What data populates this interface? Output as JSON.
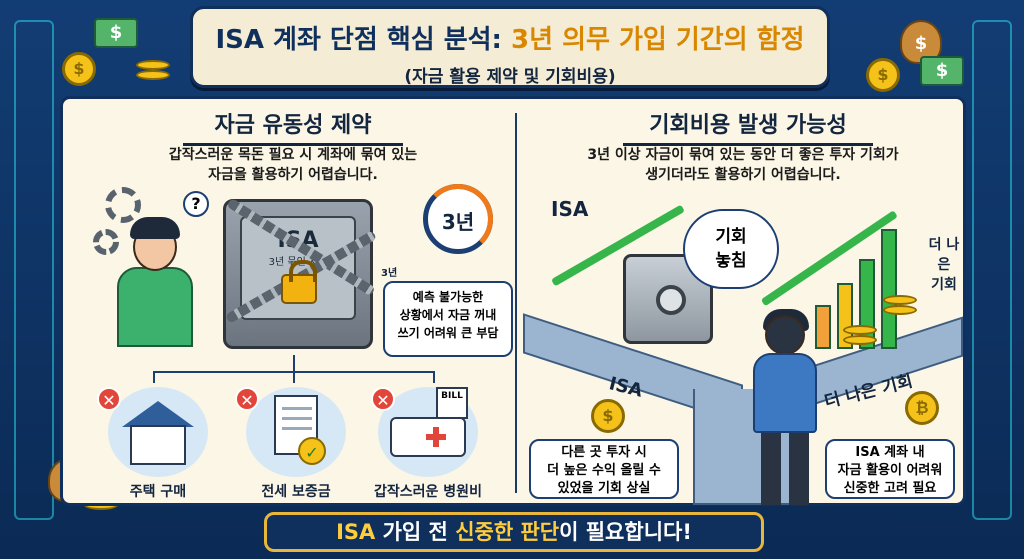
{
  "title": {
    "prefix": "ISA 계좌 단점 핵심 분석: ",
    "highlight": "3년 의무 가입 기간의 함정",
    "subtitle": "(자금 활용 제약 및 기회비용)"
  },
  "left": {
    "heading": "자금 유동성 제약",
    "desc_line1": "갑작스러운 목돈 필요 시 계좌에 묶여 있는",
    "desc_line2": "자금을 활용하기 어렵습니다.",
    "safe_label": "ISA",
    "safe_sub": "3년 묶인 자금",
    "stopwatch_text": "3년",
    "ring_text": "3년",
    "question": "?",
    "callout_line1": "예측 불가능한",
    "callout_line2": "상황에서 자금 꺼내",
    "callout_line3": "쓰기 어려워 큰 부담",
    "items": [
      {
        "label": "주택 구매",
        "icon": "house-icon"
      },
      {
        "label": "전세 보증금",
        "icon": "document-icon"
      },
      {
        "label": "갑작스러운 병원비",
        "icon": "ambulance-icon"
      }
    ],
    "x_mark": "✕",
    "check_mark": "✓",
    "bill_text": "BILL"
  },
  "right": {
    "heading": "기회비용 발생 가능성",
    "desc_line1": "3년 이상 자금이 묶여 있는 동안 더 좋은 투자 기회가",
    "desc_line2": "생기더라도 활용하기 어렵습니다.",
    "isa_label_top": "ISA",
    "thought_line1": "기회",
    "thought_line2": "놓침",
    "better_line1": "더 나은",
    "better_line2": "기회",
    "road_isa": "ISA",
    "road_better": "더 나은 기회",
    "coin_symbol": "$",
    "bitcoin_symbol": "₿",
    "speech_left_line1": "다른 곳 투자 시",
    "speech_left_line2": "더 높은 수익 올릴 수",
    "speech_left_line3": "있었을 기회 상실",
    "speech_right_line1": "ISA 계좌 내",
    "speech_right_line2": "자금 활용이 어려워",
    "speech_right_line3": "신중한 고려 필요"
  },
  "footer": {
    "part1": "ISA",
    "part2": " 가입 전 ",
    "part3": "신중한 판단",
    "part4": "이 필요합니다!"
  },
  "deco": {
    "dollar": "$"
  },
  "colors": {
    "navy": "#0f2f5c",
    "gold": "#d98700",
    "cream": "#fbf6e6",
    "green": "#36b54a",
    "red": "#e2453a"
  }
}
